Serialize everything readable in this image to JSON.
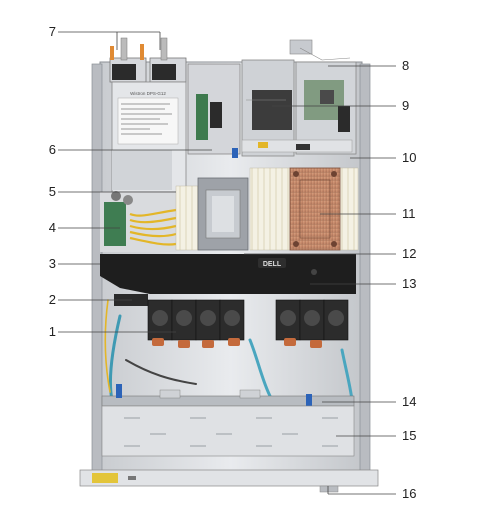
{
  "callouts": [
    {
      "id": "c1",
      "label": "1"
    },
    {
      "id": "c2",
      "label": "2"
    },
    {
      "id": "c3",
      "label": "3"
    },
    {
      "id": "c4",
      "label": "4"
    },
    {
      "id": "c5",
      "label": "5"
    },
    {
      "id": "c6",
      "label": "6"
    },
    {
      "id": "c7",
      "label": "7"
    },
    {
      "id": "c8",
      "label": "8"
    },
    {
      "id": "c9",
      "label": "9"
    },
    {
      "id": "c10",
      "label": "10"
    },
    {
      "id": "c11",
      "label": "11"
    },
    {
      "id": "c12",
      "label": "12"
    },
    {
      "id": "c13",
      "label": "13"
    },
    {
      "id": "c14",
      "label": "14"
    },
    {
      "id": "c15",
      "label": "15"
    },
    {
      "id": "c16",
      "label": "16"
    }
  ],
  "psu_label": "Wistron DPS-G12",
  "logo_text": "DELL"
}
